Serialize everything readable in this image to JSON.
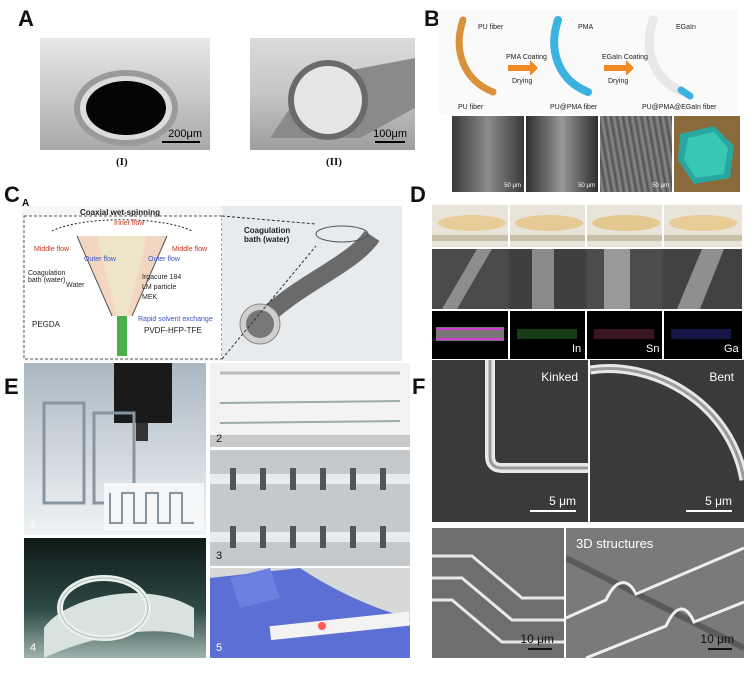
{
  "panels": {
    "A": {
      "label": "A",
      "scale_i": "200μm",
      "scale_ii": "100μm",
      "cap_i": "(I)",
      "cap_ii": "(II)"
    },
    "B": {
      "label": "B",
      "fiber1": "PU fiber",
      "fiber2": "PMA",
      "fiber3": "EGaIn",
      "step1": "PMA Coating",
      "step1b": "Drying",
      "step2": "EGaIn Coating",
      "step2b": "Drying",
      "cap1": "PU fiber",
      "cap2": "PU@PMA fiber",
      "cap3": "PU@PMA@EGaIn fiber",
      "sb1": "50 μm",
      "sb2": "50 μm",
      "sb3": "50 μm"
    },
    "C": {
      "label": "C",
      "sublabel": "A",
      "title": "Coaxial wet-spinning",
      "inner_flow": "Inner flow",
      "middle_flow_l": "Middle flow",
      "middle_flow_r": "Middle flow",
      "outer_flow_l": "Outer flow",
      "outer_flow_r": "Outer flow",
      "water": "Water",
      "bath_l": "Coagulation bath (water)",
      "legend1": "Irgacure 184",
      "legend2": "LM particle",
      "legend3": "MEK",
      "exchange": "Rapid solvent exchange",
      "pegda": "PEGDA",
      "pvdf": "PVDF-HFP-TFE",
      "bath_r": "Coagulation bath (water)"
    },
    "D": {
      "label": "D",
      "el1": "In",
      "el2": "Sn",
      "el3": "Ga"
    },
    "E": {
      "label": "E",
      "n1": "1",
      "n2": "2",
      "n3": "3",
      "n4": "4",
      "n5": "5"
    },
    "F": {
      "label": "F",
      "kinked": "Kinked",
      "bent": "Bent",
      "sb1": "5 μm",
      "sb2": "5 μm",
      "structures": "3D structures",
      "sb3": "10 μm",
      "sb4": "10 μm"
    }
  },
  "colors": {
    "fiber_pu": "#d9913a",
    "fiber_pma": "#3bb3e0",
    "fiber_egain": "#e8e8e8",
    "arrow": "#f08a24",
    "flow_red": "#c8321e",
    "flow_blue": "#3a55c8",
    "ga_blue": "#2b45c8",
    "glove": "#5b6fd4"
  }
}
